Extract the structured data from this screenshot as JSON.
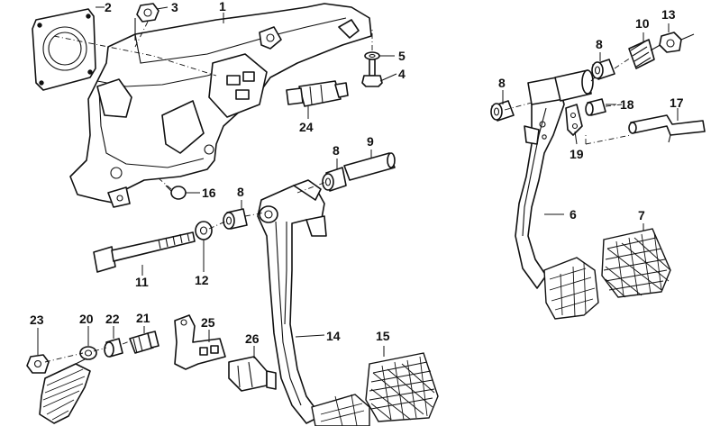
{
  "callouts": {
    "c1": "1",
    "c2": "2",
    "c3": "3",
    "c4": "4",
    "c5": "5",
    "c6": "6",
    "c7": "7",
    "c8a": "8",
    "c8b": "8",
    "c8c": "8",
    "c8d": "8",
    "c9": "9",
    "c10": "10",
    "c11": "11",
    "c12": "12",
    "c13": "13",
    "c14": "14",
    "c15": "15",
    "c16": "16",
    "c17": "17",
    "c18": "18",
    "c19": "19",
    "c20": "20",
    "c21": "21",
    "c22": "22",
    "c23": "23",
    "c24": "24",
    "c25": "25",
    "c26": "26"
  }
}
